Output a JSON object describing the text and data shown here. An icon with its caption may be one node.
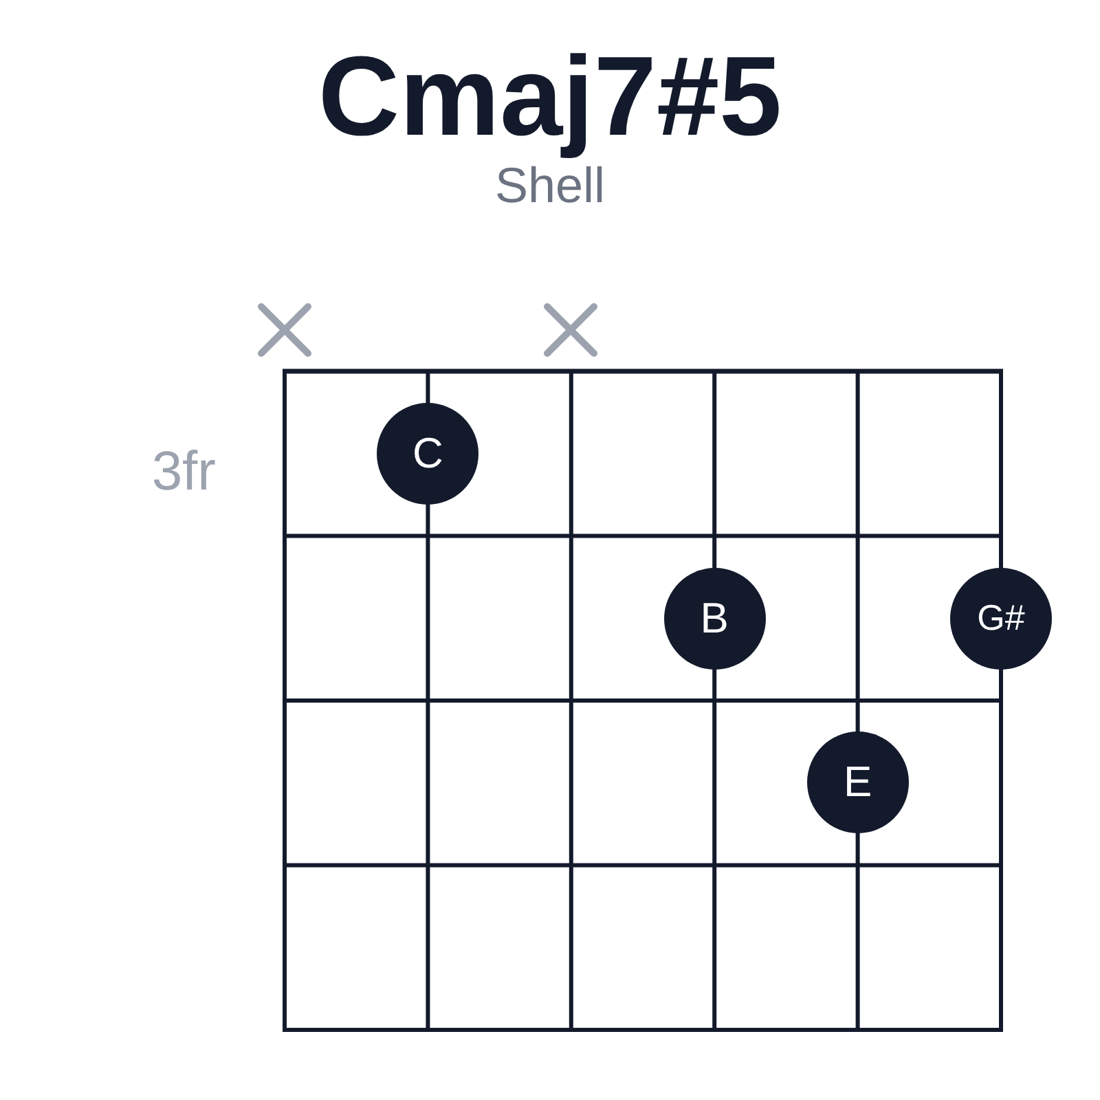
{
  "diagram": {
    "title": "Cmaj7#5",
    "nodes": [
      {
        "text": [
          "C"
        ]
      },
      {
        "text": [
          "B"
        ]
      },
      {
        "text": [
          "G#"
        ]
      },
      {
        "text": [
          "E"
        ]
      }
    ],
    "labels": [
      "Shell",
      "3fr"
    ]
  }
}
